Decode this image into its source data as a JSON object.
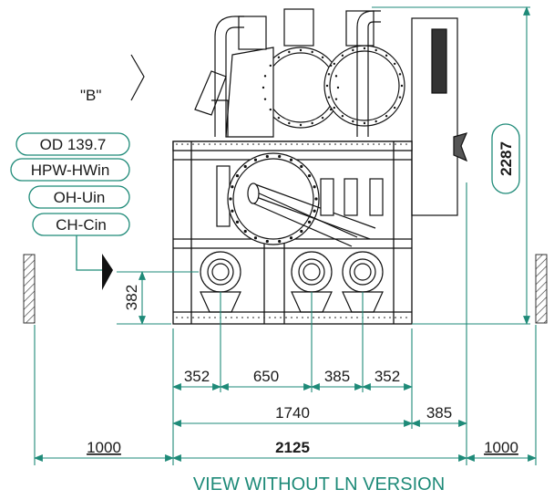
{
  "view_label": "\"B\"",
  "callouts": [
    "OD 139.7",
    "HPW-HWin",
    "OH-Uin",
    "CH-Cin"
  ],
  "dimensions": {
    "height_total": "2287",
    "height_inlet": "382",
    "seg_352a": "352",
    "seg_650": "650",
    "seg_385a": "385",
    "seg_352b": "352",
    "span_1740": "1740",
    "span_385": "385",
    "clear_left": "1000",
    "width_total": "2125",
    "clear_right": "1000"
  },
  "caption": "VIEW WITHOUT LN VERSION",
  "colors": {
    "accent": "#1e8a78",
    "line": "#111111",
    "hatch": "#333333"
  }
}
